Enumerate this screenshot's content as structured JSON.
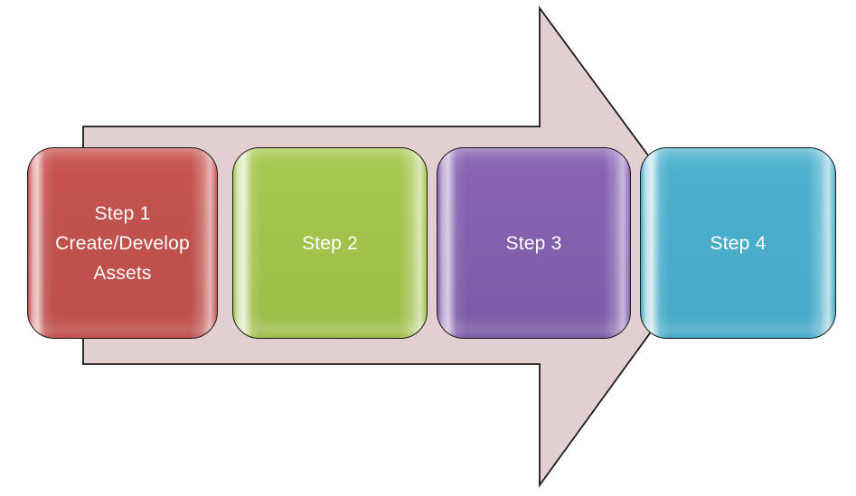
{
  "diagram": {
    "type": "process-arrow-flow",
    "background_color": "#ffffff",
    "arrow": {
      "name": "right-pointing-process-arrow",
      "fill_color": "#E3CFD0",
      "stroke_color": "#1a1a1a",
      "direction": "right"
    },
    "steps": [
      {
        "id": "step-1",
        "lines": [
          "Step 1",
          "Create/Develop",
          "Assets"
        ],
        "fill_color": "#C0514D",
        "text_color": "#FFFFFF"
      },
      {
        "id": "step-2",
        "lines": [
          "Step 2"
        ],
        "fill_color": "#A2C24C",
        "text_color": "#FFFFFF"
      },
      {
        "id": "step-3",
        "lines": [
          "Step 3"
        ],
        "fill_color": "#8360AD",
        "text_color": "#FFFFFF"
      },
      {
        "id": "step-4",
        "lines": [
          "Step 4"
        ],
        "fill_color": "#4AAECB",
        "text_color": "#FFFFFF"
      }
    ]
  }
}
